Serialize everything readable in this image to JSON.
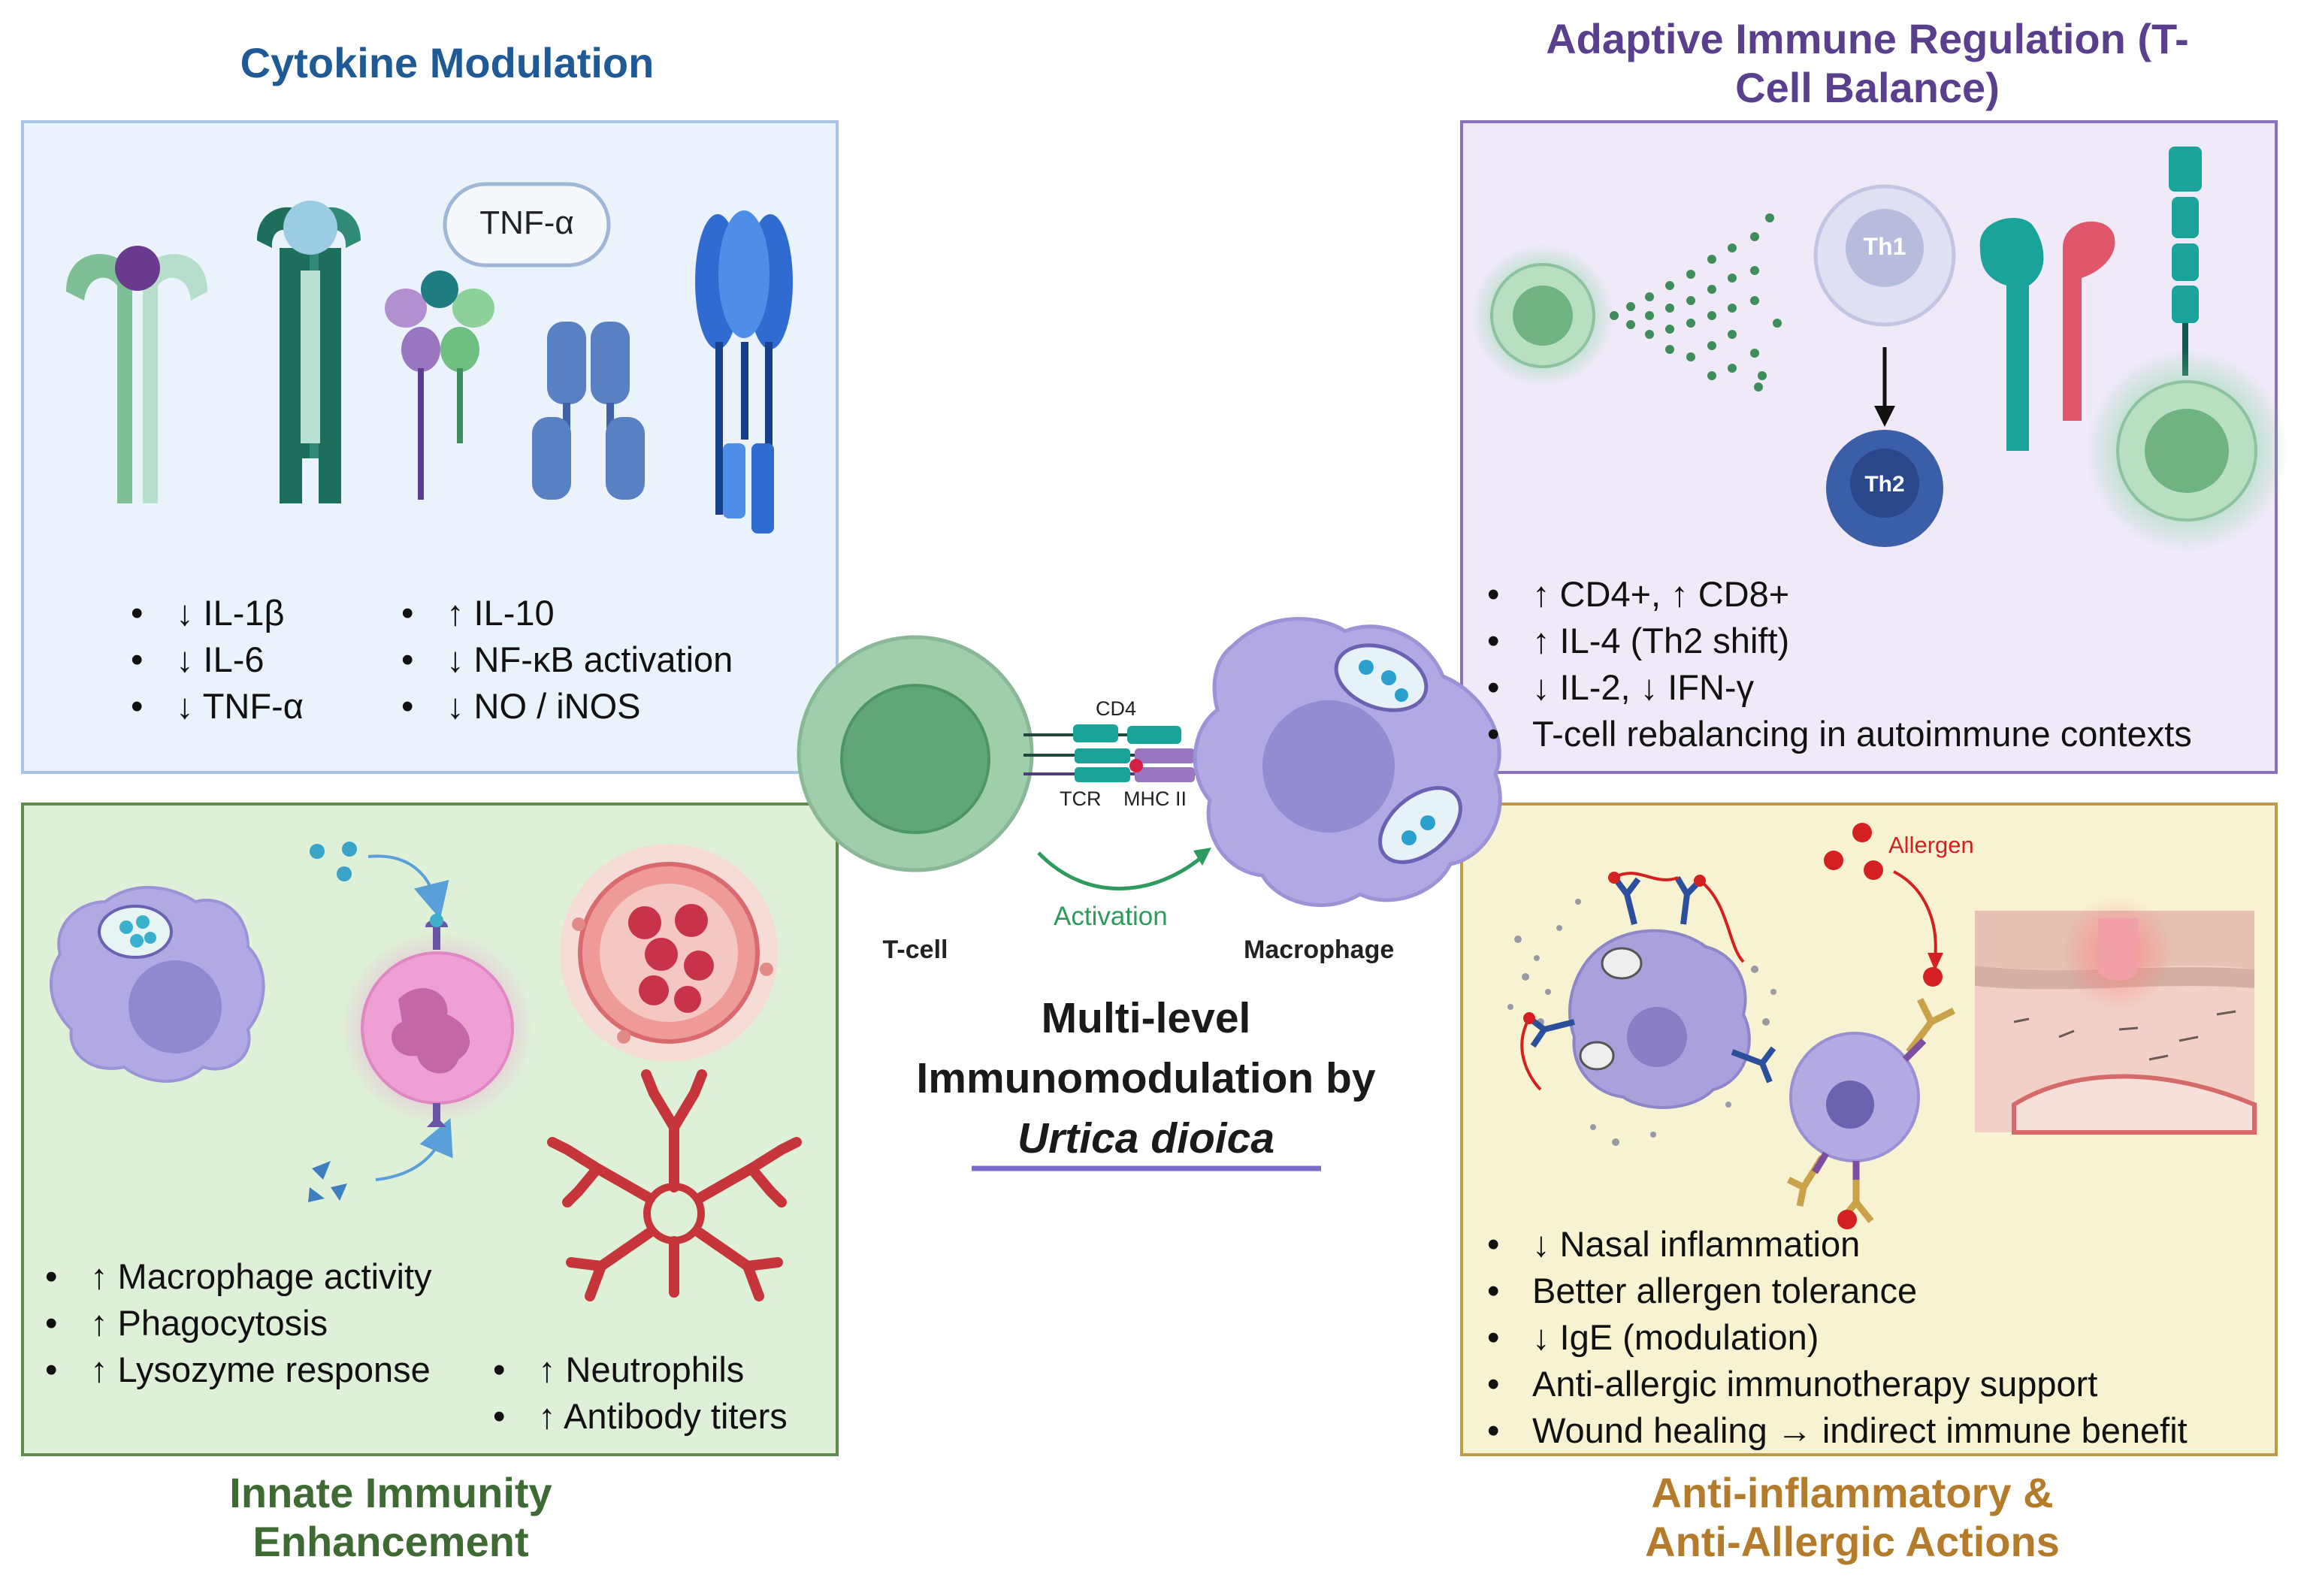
{
  "colors": {
    "cytokine_title": "#1f5a96",
    "adaptive_title": "#5a3f8e",
    "innate_title": "#3e6b34",
    "anti_title": "#b47c2a",
    "cytokine_bg": "#eaf2fb",
    "adaptive_bg": "#efe9f8",
    "innate_bg": "#dff0d9",
    "anti_bg": "#f7f2d2",
    "activation": "#2e9a5c",
    "allergen": "#d42020",
    "underline": "#7a6cc8"
  },
  "panels": {
    "cytokine": {
      "title": "Cytokine Modulation",
      "tnf_label": "TNF-α",
      "col1": [
        "↓ IL-1β",
        "↓ IL-6",
        "↓ TNF-α"
      ],
      "col2": [
        "↑ IL-10",
        "↓ NF-κB activation",
        "↓ NO / iNOS"
      ]
    },
    "adaptive": {
      "title": "Adaptive Immune Regulation (T-Cell Balance)",
      "th1": "Th1",
      "th2": "Th2",
      "bullets": [
        "↑ CD4+, ↑ CD8+",
        "↑ IL-4 (Th2 shift)",
        "↓ IL-2, ↓ IFN-γ",
        "T-cell rebalancing in autoimmune contexts"
      ]
    },
    "innate": {
      "title": "Innate Immunity Enhancement",
      "col1": [
        "↑ Macrophage activity",
        "↑ Phagocytosis",
        "↑ Lysozyme response"
      ],
      "col2": [
        "↑ Neutrophils",
        "↑ Antibody titers"
      ]
    },
    "anti": {
      "title": "Anti-inflammatory & Anti-Allergic Actions",
      "allergen": "Allergen",
      "bullets": [
        "↓ Nasal inflammation",
        "Better allergen tolerance",
        "↓ IgE (modulation)",
        "Anti-allergic immunotherapy support",
        "Wound healing → indirect immune benefit"
      ]
    }
  },
  "center": {
    "cd4": "CD4",
    "tcr": "TCR",
    "mhc": "MHC II",
    "activation": "Activation",
    "tcell": "T-cell",
    "macrophage": "Macrophage",
    "title_line1": "Multi-level",
    "title_line2": "Immunomodulation by",
    "title_species": "Urtica dioica"
  }
}
